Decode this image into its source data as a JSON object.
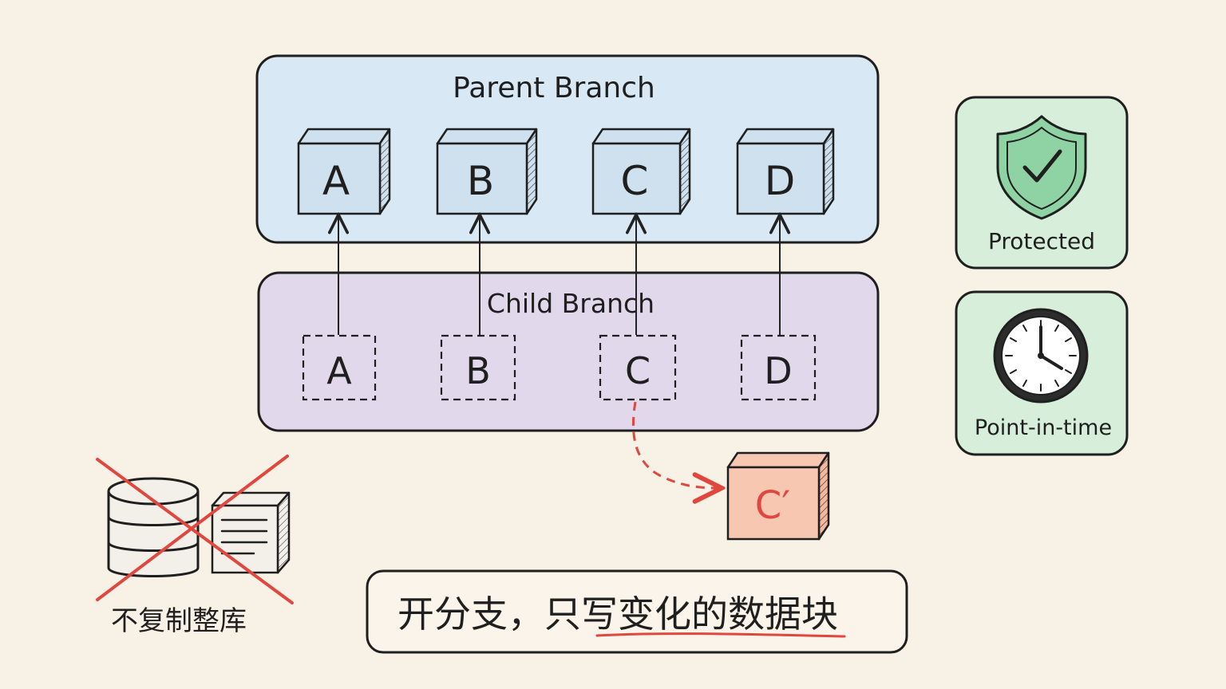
{
  "parent_branch": {
    "title": "Parent Branch",
    "blocks": [
      "A",
      "B",
      "C",
      "D"
    ],
    "fill_color": "#d8e8f5"
  },
  "child_branch": {
    "title": "Child Branch",
    "blocks": [
      "A",
      "B",
      "C",
      "D"
    ],
    "fill_color": "#e2d8ec"
  },
  "changed_block": {
    "label": "C′",
    "fill_color": "#f7c7b1",
    "accent_color": "#e0473e"
  },
  "features": [
    {
      "label": "Protected",
      "icon": "shield-check-icon"
    },
    {
      "label": "Point-in-time",
      "icon": "clock-icon"
    }
  ],
  "feature_color": "#d7eedb",
  "no_full_copy": {
    "label": "不复制整库",
    "icons": [
      "database-icon",
      "document-stack-icon"
    ]
  },
  "summary": {
    "prefix": "开分支，",
    "highlight": "只写变化的数据块"
  }
}
